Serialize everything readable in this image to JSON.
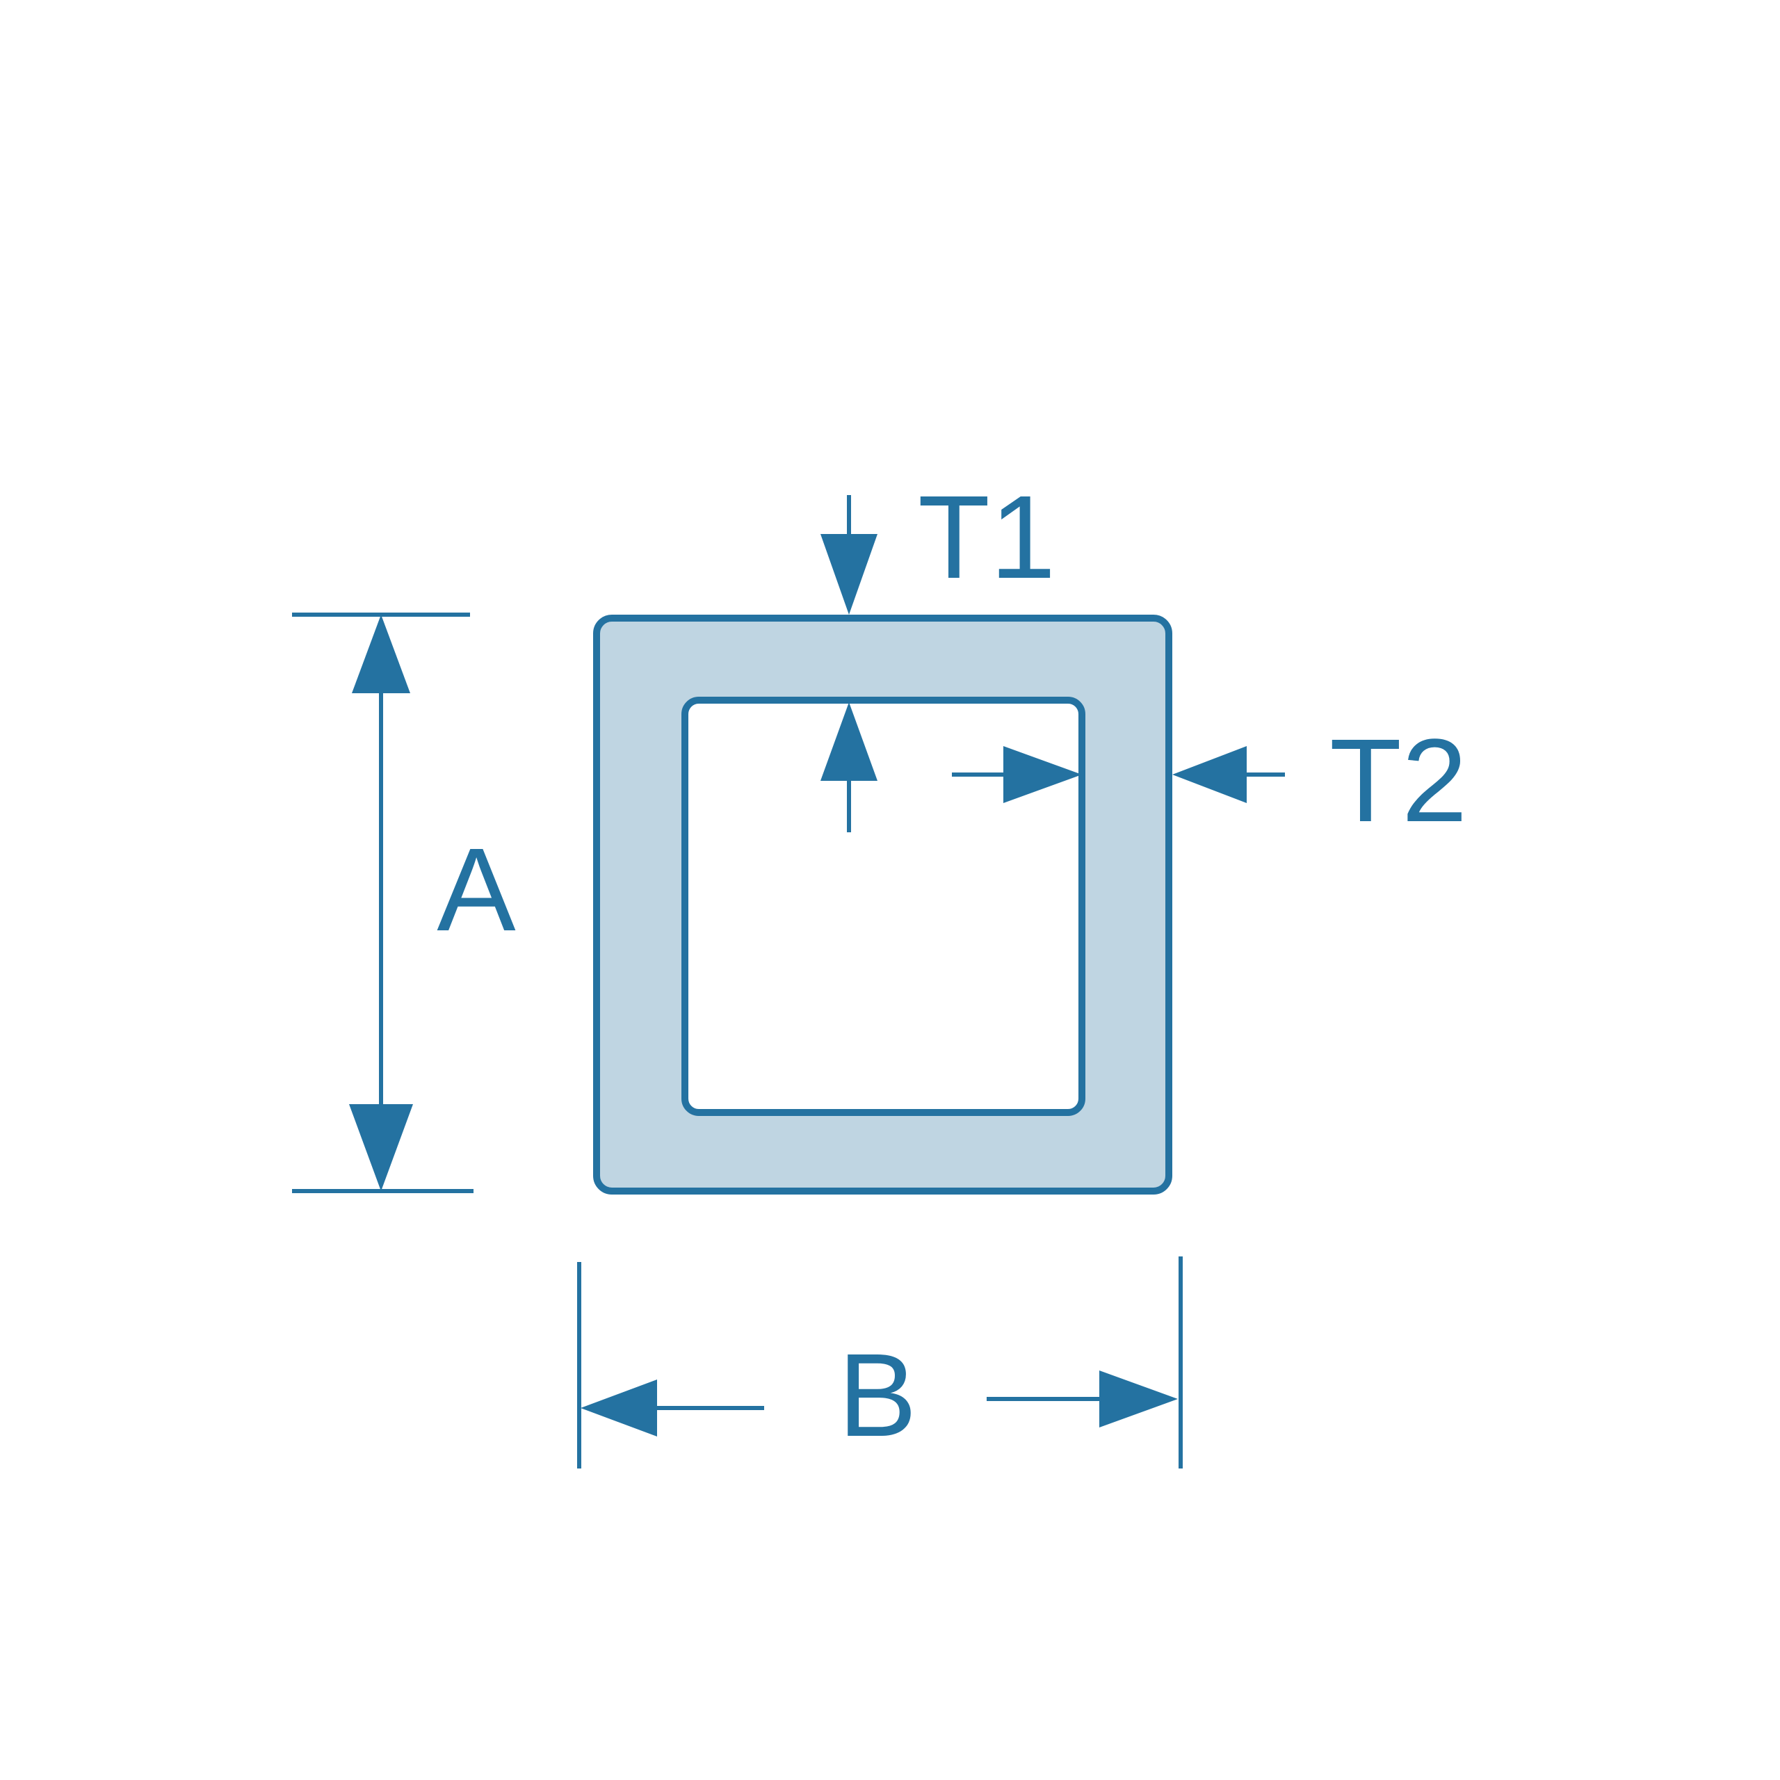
{
  "diagram": {
    "labels": {
      "height": "A",
      "width": "B",
      "top_thickness": "T1",
      "side_thickness": "T2"
    },
    "colors": {
      "stroke": "#2472A1",
      "wall_fill": "#BFD5E2",
      "background": "#FFFFFF"
    }
  }
}
